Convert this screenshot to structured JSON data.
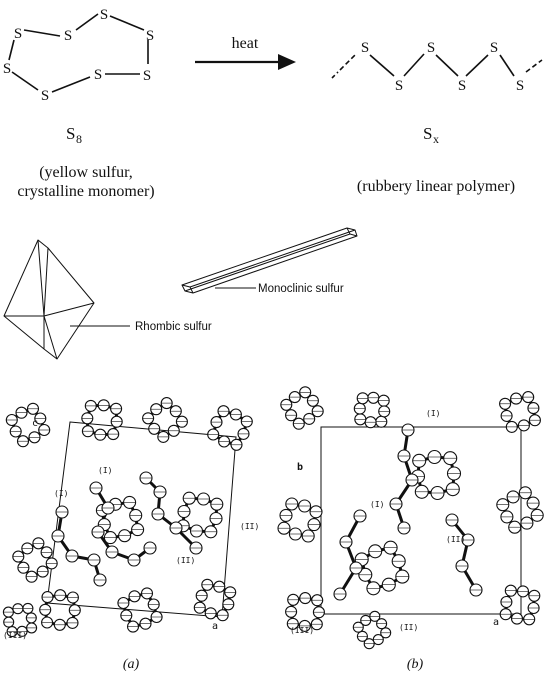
{
  "top": {
    "atom_symbol": "S",
    "arrow_label": "heat",
    "monomer_formula": "S",
    "monomer_subscript": "8",
    "monomer_desc_line1": "(yellow sulfur,",
    "monomer_desc_line2": "crystalline monomer)",
    "polymer_formula": "S",
    "polymer_subscript": "x",
    "polymer_desc": "(rubbery linear polymer)"
  },
  "crystals": {
    "rhombic_label": "Rhombic sulfur",
    "monoclinic_label": "Monoclinic sulfur"
  },
  "structures": {
    "panel_a_caption": "(a)",
    "panel_b_caption": "(b)",
    "a_axis_c": "c",
    "a_axis_a": "a",
    "a_label_I_top": "(I)",
    "a_label_I_left": "(I)",
    "a_label_II_right": "(II)",
    "a_label_II_mid": "(II)",
    "a_label_III": "(III)",
    "b_axis_b": "b",
    "b_axis_a": "a",
    "b_label_I_top": "(I)",
    "b_label_I_mid": "(I)",
    "b_label_II_right": "(II)",
    "b_label_II_bottom": "(II)",
    "b_label_III": "(III)"
  }
}
